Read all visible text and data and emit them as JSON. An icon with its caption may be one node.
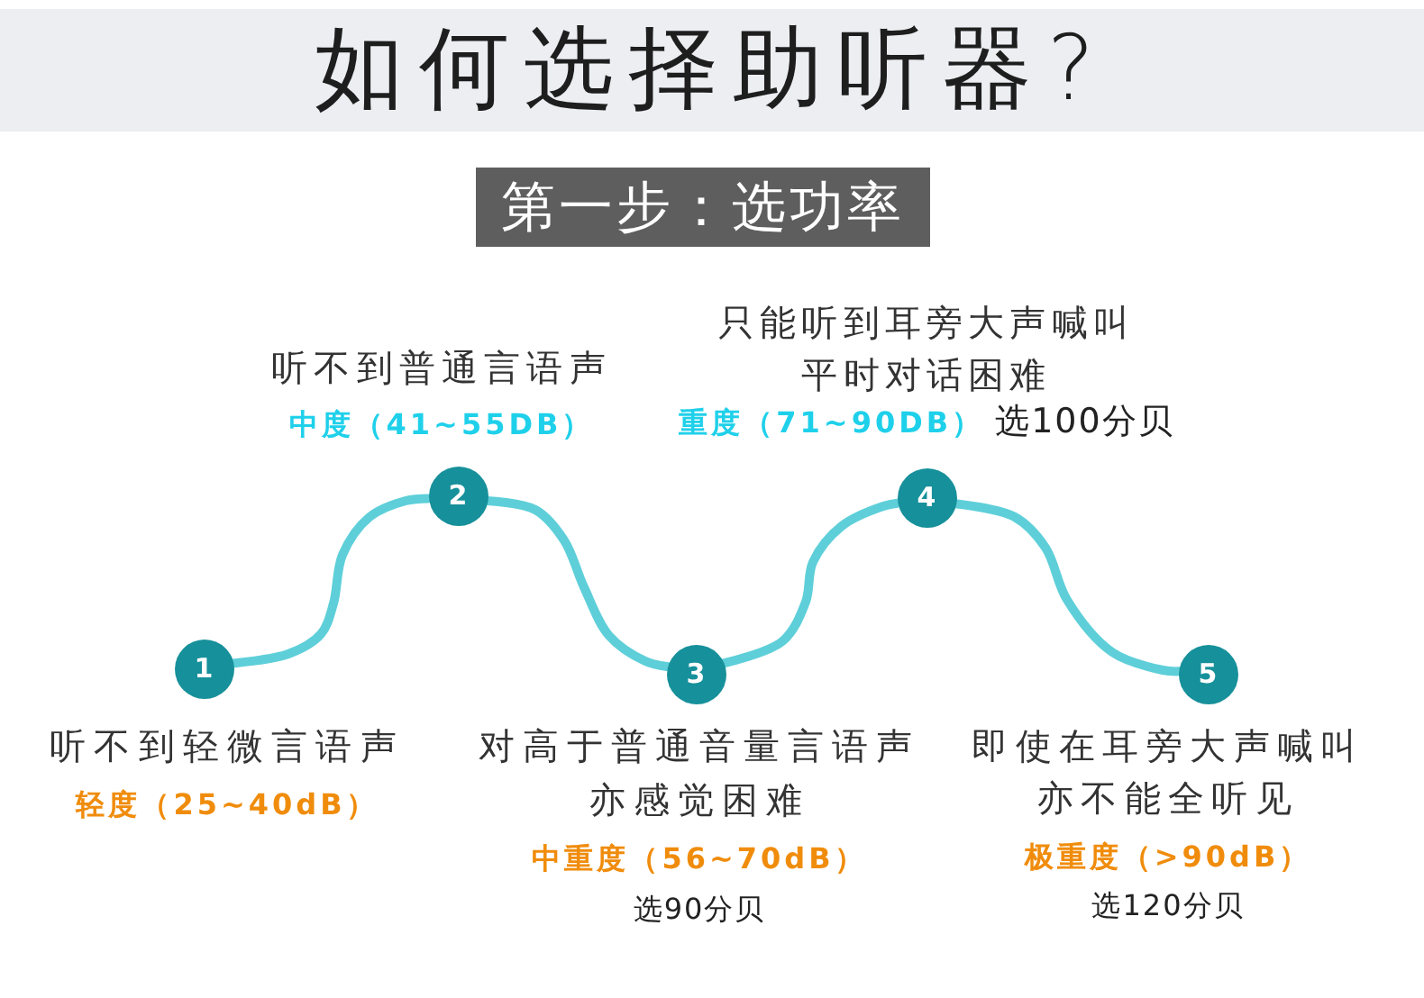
{
  "diagram": {
    "title": "如何选择助听器?",
    "nodes": [
      {
        "text": [
          "第一步：选功率"
        ]
      },
      {
        "text": [
          "1"
        ],
        "beside": [
          "听不到轻微言语声",
          "轻度（25~40dB）"
        ]
      },
      {
        "text": [
          "2"
        ],
        "beside": [
          "听不到普通言语声",
          "中度（41~55DB）"
        ]
      },
      {
        "text": [
          "3"
        ],
        "beside": [
          "对高于普通音量言语声亦感觉困难",
          "中重度（56~70dB）",
          "选90分贝"
        ]
      },
      {
        "text": [
          "4"
        ],
        "beside": [
          "只能听到耳旁大声喊叫平时对话困难",
          "重度（71~90DB）",
          "选100分贝"
        ]
      },
      {
        "text": [
          "5"
        ],
        "beside": [
          "即使在耳旁大声喊叫亦不能全听见",
          "极重度（>90dB）",
          "选120分贝"
        ]
      }
    ],
    "edges": [
      {
        "from": 1,
        "to": 2,
        "arrow": "none"
      },
      {
        "from": 2,
        "to": 3,
        "arrow": "none"
      },
      {
        "from": 3,
        "to": 4,
        "arrow": "none"
      },
      {
        "from": 4,
        "to": 5,
        "arrow": "none"
      }
    ]
  }
}
